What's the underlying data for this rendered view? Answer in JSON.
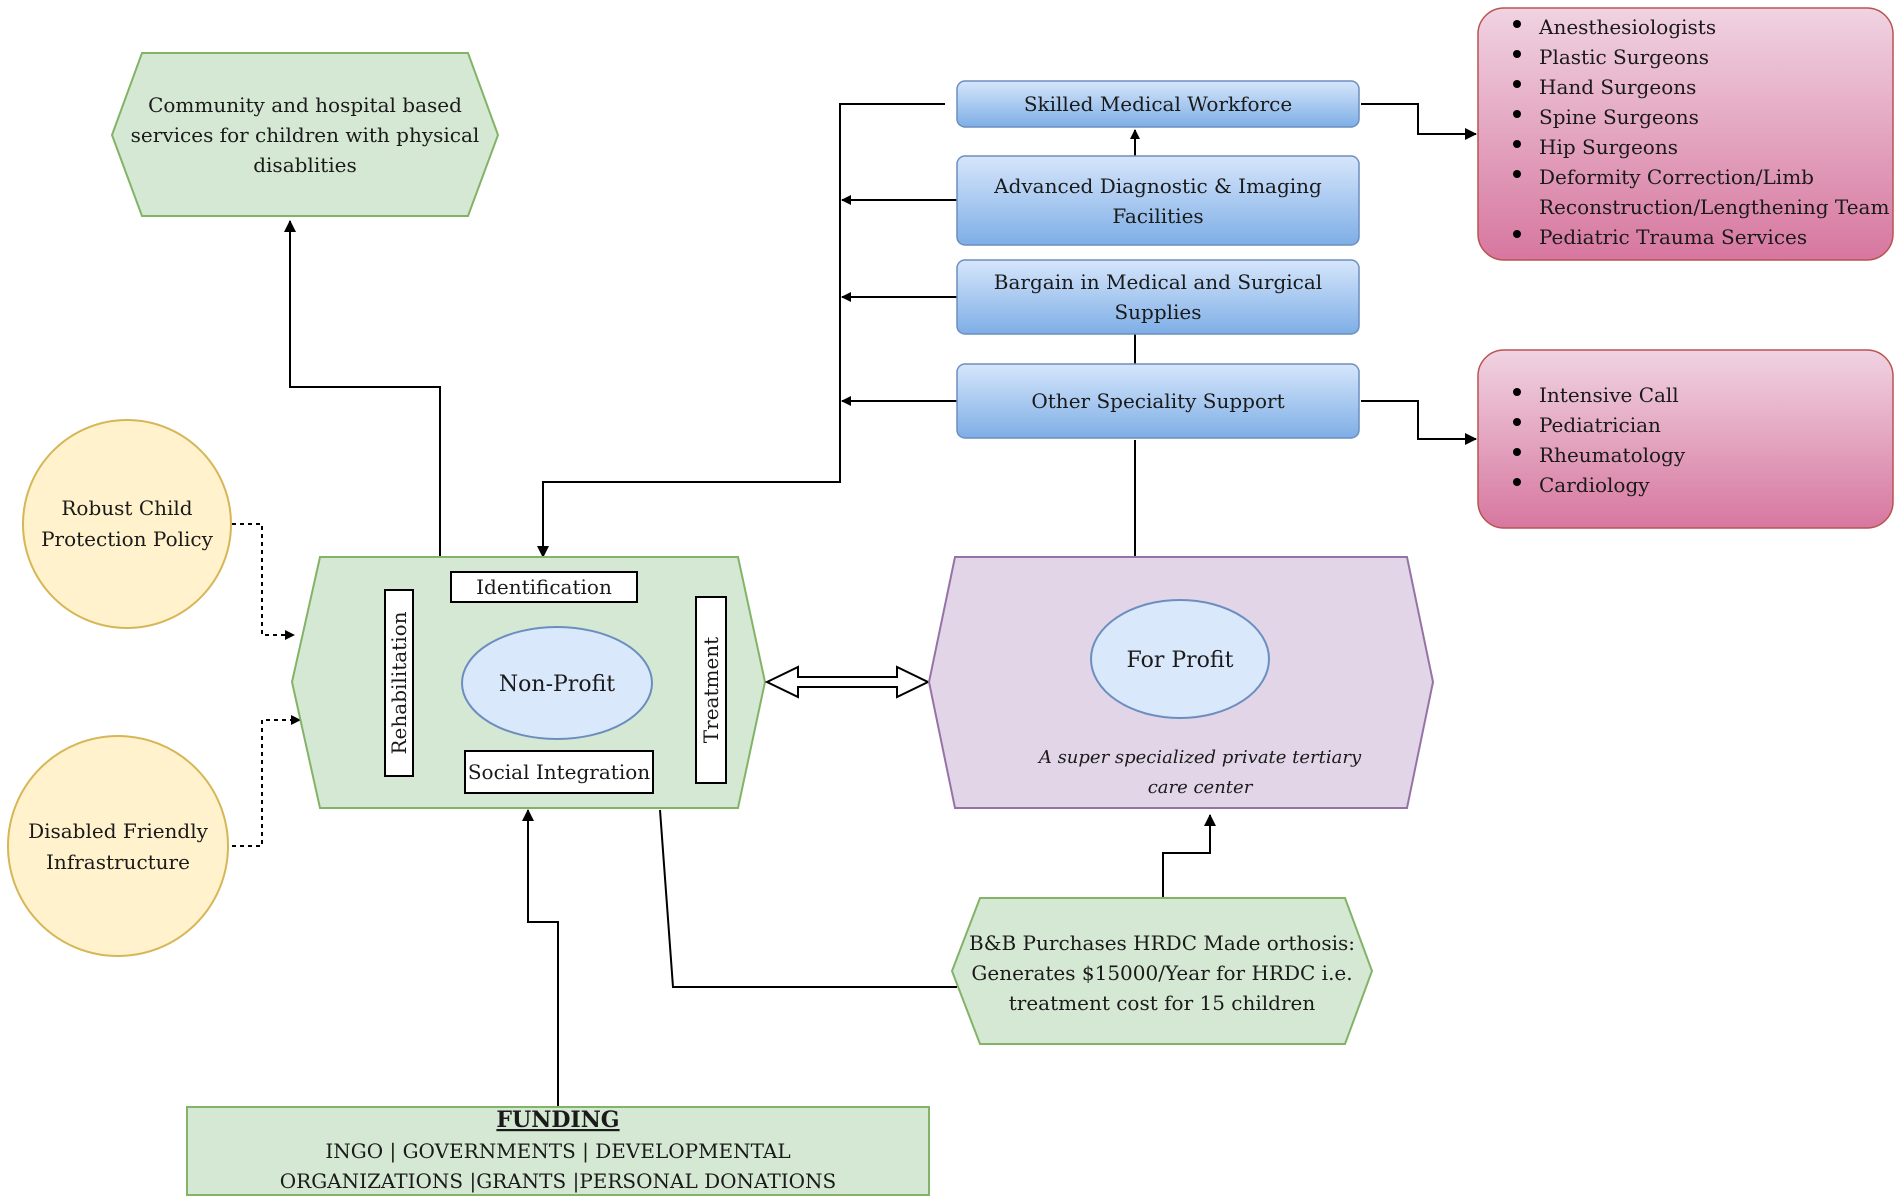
{
  "colors": {
    "green_fill": "#d5e8d4",
    "green_stroke": "#82b366",
    "yellow_fill": "#fff2cc",
    "yellow_stroke": "#d6b656",
    "blue_fill": "#9fc3ec",
    "blue_stroke": "#6c8ebf",
    "pink_fill": "#e6a3c4",
    "pink_stroke": "#b85450",
    "purple_fill": "#e1d5e7",
    "purple_stroke": "#9673a6",
    "ellipse_fill": "#dae8fc",
    "line": "#000000"
  },
  "community": {
    "line1": "Community and hospital based",
    "line2": "services for children with physical",
    "line3": "disablities"
  },
  "policy": {
    "line1": "Robust Child",
    "line2": "Protection Policy"
  },
  "infra": {
    "line1": "Disabled Friendly",
    "line2": "Infrastructure"
  },
  "nonprofit": {
    "center": "Non-Profit",
    "identification": "Identification",
    "rehabilitation": "Rehabilitation",
    "treatment": "Treatment",
    "social": "Social Integration"
  },
  "forprofit": {
    "center": "For Profit",
    "desc_line1": "A super specialized private tertiary",
    "desc_line2": "care center"
  },
  "blue_boxes": {
    "workforce": "Skilled Medical Workforce",
    "diagnostic_line1": "Advanced Diagnostic & Imaging",
    "diagnostic_line2": "Facilities",
    "bargain_line1": "Bargain in Medical and Surgical",
    "bargain_line2": "Supplies",
    "other": "Other Speciality Support"
  },
  "specialists": [
    "Anesthesiologists",
    "Plastic Surgeons",
    "Hand Surgeons",
    "Spine Surgeons",
    "Hip Surgeons",
    "Deformity Correction/Limb",
    "Reconstruction/Lengthening Team",
    "Pediatric Trauma Services"
  ],
  "support": [
    "Intensive Call",
    "Pediatrician",
    "Rheumatology",
    "Cardiology"
  ],
  "bb": {
    "line1": "B&B Purchases HRDC Made orthosis:",
    "line2": "Generates $15000/Year for HRDC i.e.",
    "line3": "treatment cost for 15 children"
  },
  "funding": {
    "title": "FUNDING",
    "line1": "INGO  |  GOVERNMENTS  |  DEVELOPMENTAL",
    "line2": "ORGANIZATIONS  |GRANTS  |PERSONAL DONATIONS"
  }
}
